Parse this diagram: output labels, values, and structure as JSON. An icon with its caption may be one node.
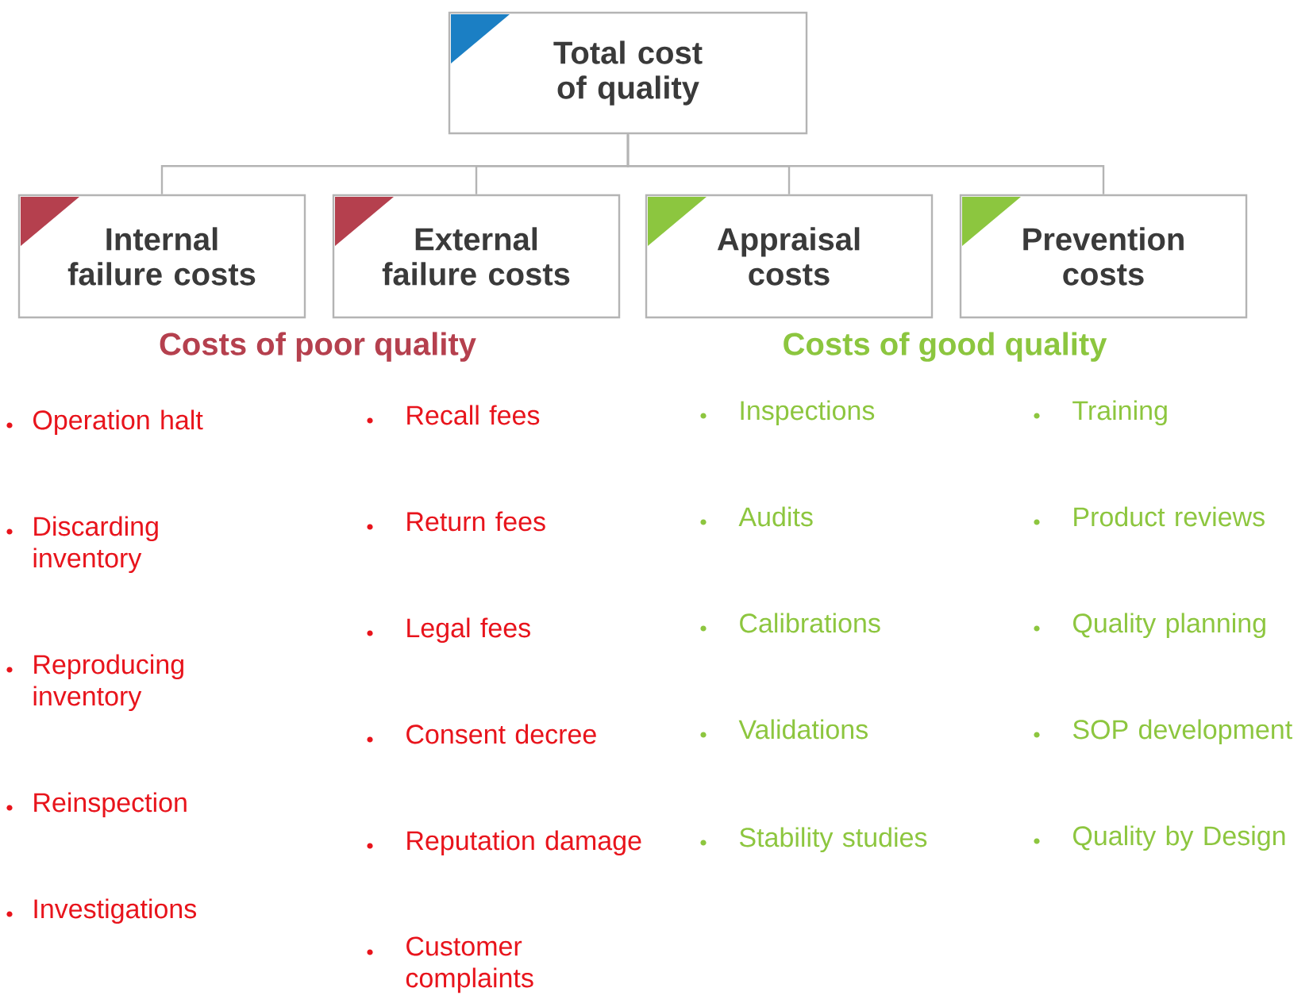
{
  "diagram": {
    "nodes": [
      {
        "text": [
          "Total cost of quality"
        ]
      },
      {
        "text": [
          "Internal failure costs"
        ]
      },
      {
        "text": [
          "External failure costs"
        ]
      },
      {
        "text": [
          "Appraisal costs"
        ]
      },
      {
        "text": [
          "Prevention costs"
        ]
      }
    ],
    "edges": [
      {
        "from": 0,
        "to": 1,
        "arrow": "none"
      },
      {
        "from": 0,
        "to": 2,
        "arrow": "none"
      },
      {
        "from": 0,
        "to": 3,
        "arrow": "none"
      },
      {
        "from": 0,
        "to": 4,
        "arrow": "none"
      }
    ],
    "labels": [
      "Costs of poor quality",
      "Costs of good quality",
      "Operation halt",
      "Discarding inventory",
      "Reproducing inventory",
      "Reinspection",
      "Investigations",
      "Recall fees",
      "Return fees",
      "Legal fees",
      "Consent decree",
      "Reputation damage",
      "Customer complaints",
      "Inspections",
      "Audits",
      "Calibrations",
      "Validations",
      "Stability studies",
      "Training",
      "Product reviews",
      "Quality planning",
      "SOP development",
      "Quality by Design"
    ]
  }
}
